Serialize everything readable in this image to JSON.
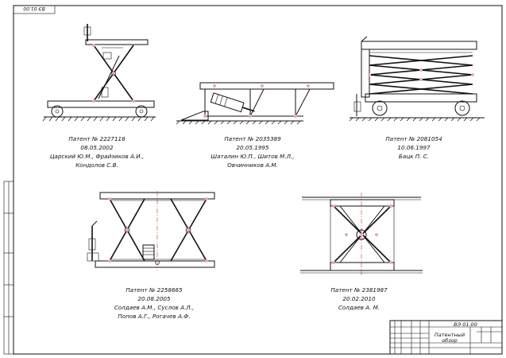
{
  "frame": {
    "corner_code": "ВЭ 01.00"
  },
  "patents": [
    {
      "number": "Патент № 2227118",
      "date": "08.05.2002",
      "authors": [
        "Царский Ю.М., Фрайзиков А.И.,",
        "Кондолов С.В."
      ]
    },
    {
      "number": "Патент № 2035389",
      "date": "20.05.1995",
      "authors": [
        "Шаталин Ю.П., Шитов М.Л.,",
        "Овчинников А.М."
      ]
    },
    {
      "number": "Патент № 2081054",
      "date": "10.06.1997",
      "authors": [
        "Бацк П. С."
      ]
    },
    {
      "number": "Патент № 2258665",
      "date": "20.08.2005",
      "authors": [
        "Солдаев А.М., Суслов А.Л.,",
        "Попов А.Г., Рогачев А.Ф."
      ]
    },
    {
      "number": "Патент № 2381987",
      "date": "20.02.2010",
      "authors": [
        "Солдаев А. М."
      ]
    }
  ],
  "title_block": {
    "designation": "ВЭ 01.00",
    "title_line1": "Патентный",
    "title_line2": "обзор"
  },
  "colors": {
    "ink": "#111111",
    "axis": "#c0392b",
    "hinge": "#e9a9b4"
  }
}
